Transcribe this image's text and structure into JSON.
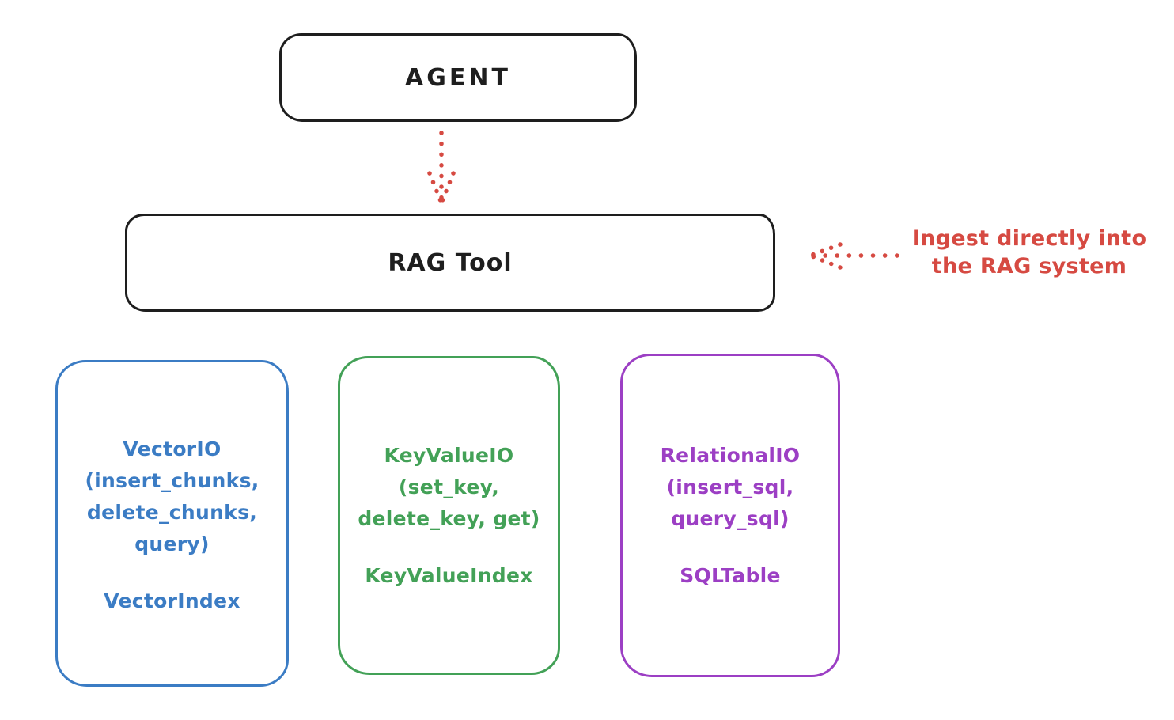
{
  "colors": {
    "stroke_black": "#1e1e1e",
    "accent_red": "#d64a42",
    "vector_blue": "#3b7cc4",
    "keyvalue_green": "#43a157",
    "relational_purple": "#9c3fc4",
    "background": "#ffffff"
  },
  "nodes": {
    "agent": {
      "label": "AGENT"
    },
    "rag_tool": {
      "label": "RAG Tool"
    }
  },
  "annotation": {
    "line1": "Ingest directly into",
    "line2": "the RAG system"
  },
  "backends": [
    {
      "id": "vector-io",
      "lines": [
        "VectorIO",
        "(insert_chunks,",
        "delete_chunks,",
        "query)"
      ],
      "index": "VectorIndex"
    },
    {
      "id": "keyvalue-io",
      "lines": [
        "KeyValueIO",
        "(set_key,",
        "delete_key, get)"
      ],
      "index": "KeyValueIndex"
    },
    {
      "id": "relational-io",
      "lines": [
        "RelationalIO",
        "(insert_sql,",
        "query_sql)"
      ],
      "index": "SQLTable"
    }
  ],
  "arrows": [
    {
      "id": "agent-to-rag-tool",
      "style": "dotted",
      "direction": "down"
    },
    {
      "id": "ingest-into-rag-tool",
      "style": "dotted",
      "direction": "left"
    }
  ]
}
